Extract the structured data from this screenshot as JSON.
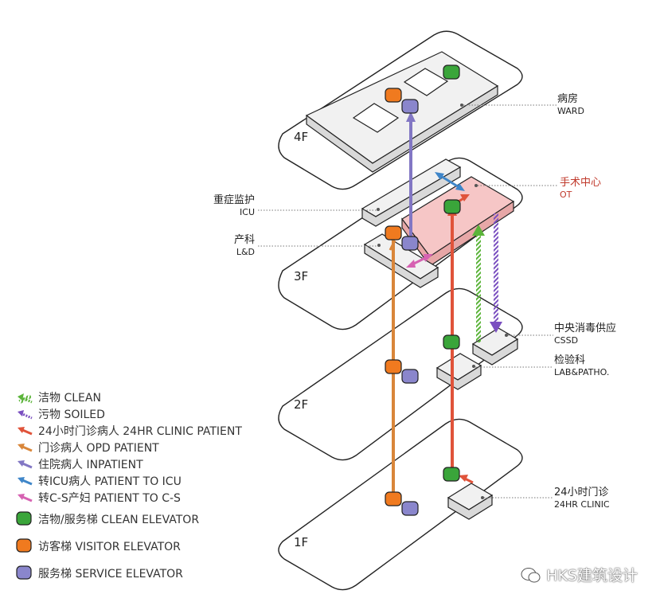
{
  "floors": [
    "4F",
    "3F",
    "2F",
    "1F"
  ],
  "labels": {
    "ward": {
      "zh": "病房",
      "en": "WARD"
    },
    "ot": {
      "zh": "手术中心",
      "en": "OT"
    },
    "icu": {
      "zh": "重症监护",
      "en": "ICU"
    },
    "ld": {
      "zh": "产科",
      "en": "L&D"
    },
    "cssd": {
      "zh": "中央消毒供应",
      "en": "CSSD"
    },
    "lab": {
      "zh": "检验科",
      "en": "LAB&PATHO."
    },
    "clinic": {
      "zh": "24小时门诊",
      "en": "24HR CLINIC"
    }
  },
  "legend": [
    {
      "text": "洁物 CLEAN",
      "icon": "clean-arrow-icon",
      "color": "#5bb43a"
    },
    {
      "text": "污物 SOILED",
      "icon": "soiled-arrow-icon",
      "color": "#7a4fc0"
    },
    {
      "text": "24小时门诊病人 24HR CLINIC PATIENT",
      "icon": "clinic-patient-arrow-icon",
      "color": "#e0533a"
    },
    {
      "text": "门诊病人 OPD PATIENT",
      "icon": "opd-patient-arrow-icon",
      "color": "#d9863a"
    },
    {
      "text": "住院病人 INPATIENT",
      "icon": "inpatient-arrow-icon",
      "color": "#8277c4"
    },
    {
      "text": "转ICU病人 PATIENT TO ICU",
      "icon": "icu-transfer-arrow-icon",
      "color": "#3f86c9"
    },
    {
      "text": "转C-S产妇 PATIENT TO C-S",
      "icon": "cs-transfer-arrow-icon",
      "color": "#d662b2"
    },
    {
      "text": "洁物/服务梯 CLEAN ELEVATOR",
      "icon": "clean-elevator-icon",
      "color": "#3aa53a"
    },
    {
      "text": "访客梯 VISITOR ELEVATOR",
      "icon": "visitor-elevator-icon",
      "color": "#f07a1f"
    },
    {
      "text": "服务梯 SERVICE ELEVATOR",
      "icon": "service-elevator-icon",
      "color": "#8a86cc"
    }
  ],
  "watermark": "HKS建筑设计"
}
